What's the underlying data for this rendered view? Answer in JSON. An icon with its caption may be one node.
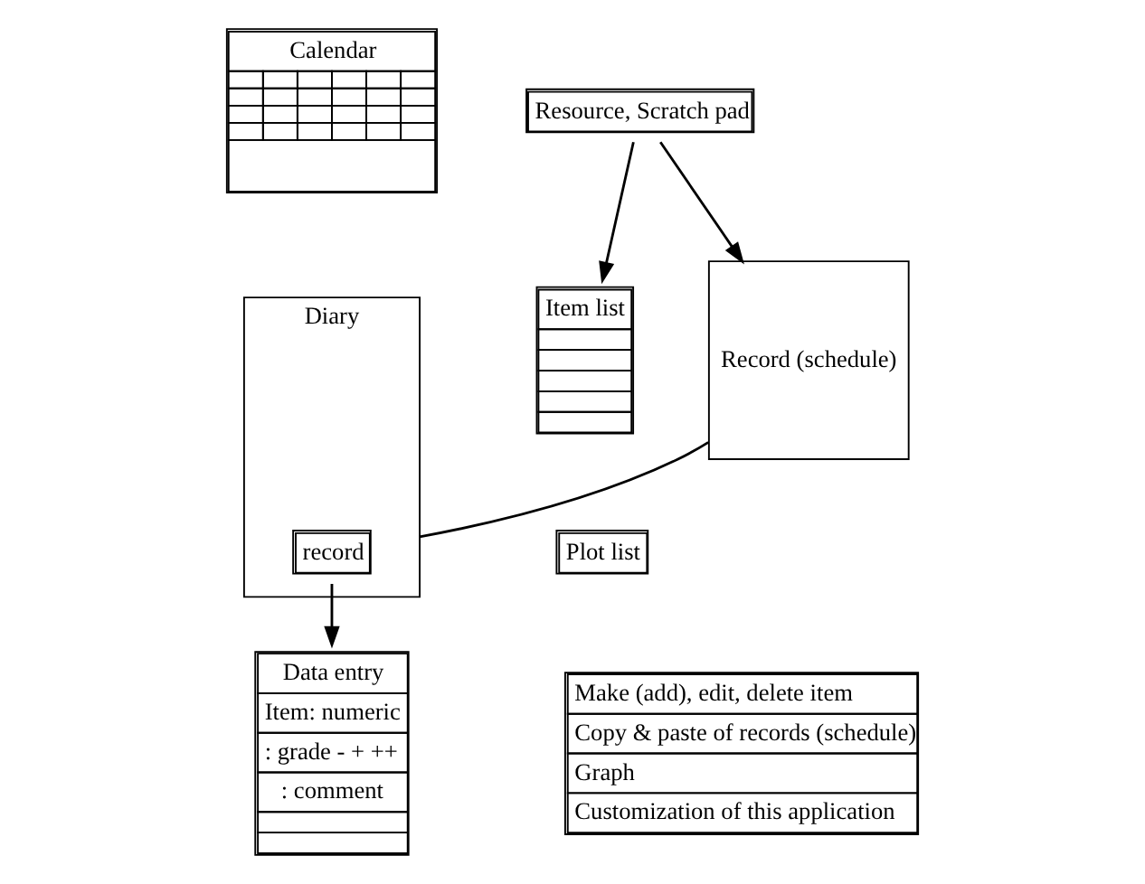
{
  "diagram": {
    "nodes": [
      {
        "text": [
          "Calendar"
        ]
      },
      {
        "text": [
          "Resource, Scratch pad"
        ]
      },
      {
        "text": [
          "Item list"
        ]
      },
      {
        "text": [
          "Plot list"
        ]
      },
      {
        "text": [
          "Record (schedule)"
        ]
      },
      {
        "text": [
          "Diary"
        ]
      },
      {
        "text": [
          "record"
        ],
        "in": 5
      },
      {
        "text": [
          "Data entry",
          "Item: numeric",
          ": grade - + ++",
          ": comment"
        ]
      },
      {
        "text": [
          "Make (add), edit, delete item",
          "Copy & paste of records (schedule)",
          "Graph",
          "Customization of this application"
        ]
      }
    ],
    "edges": [
      {
        "from": 1,
        "to": 2,
        "arrow": "to"
      },
      {
        "from": 1,
        "to": 4,
        "arrow": "to"
      },
      {
        "from": 6,
        "to": 7,
        "arrow": "to"
      },
      {
        "from": 5,
        "to": 4,
        "arrow": "none"
      }
    ]
  }
}
